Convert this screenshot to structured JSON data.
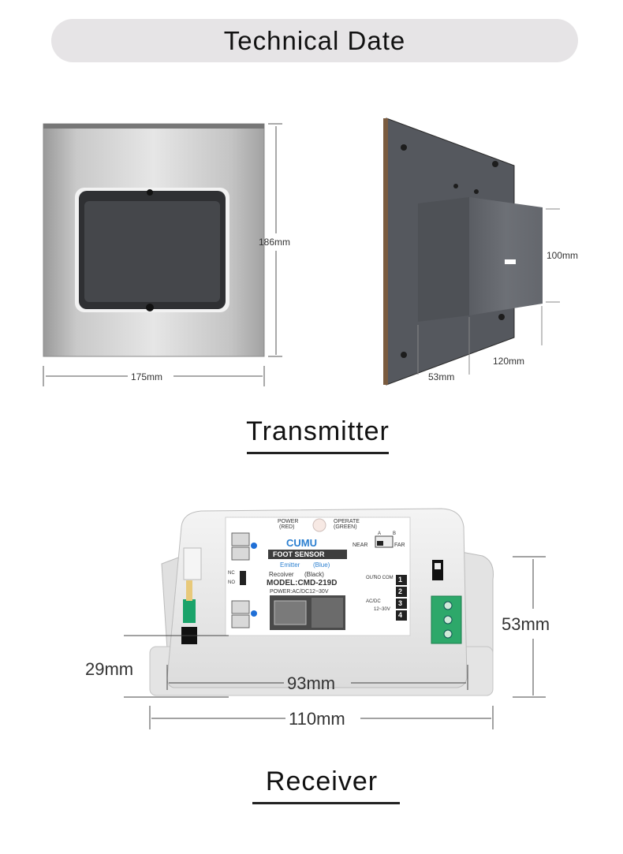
{
  "header": {
    "title": "Technical Date"
  },
  "transmitter": {
    "title": "Transmitter",
    "dims": {
      "height": "186mm",
      "width": "175mm",
      "box_height": "100mm",
      "box_width": "120mm",
      "depth": "53mm"
    }
  },
  "receiver": {
    "title": "Receiver",
    "dims": {
      "depth": "29mm",
      "inner_width": "93mm",
      "outer_width": "110mm",
      "height": "53mm"
    },
    "label": {
      "power": "POWER",
      "power_color": "(RED)",
      "operate": "OPERATE",
      "operate_color": "(GREEN)",
      "brand": "CUMU",
      "product": "FOOT SENSOR",
      "emitter": "Emitter",
      "emitter_color": "(Blue)",
      "receiver": "Recoiver",
      "receiver_color": "(Black)",
      "model": "MODEL:CMD-219D",
      "power_spec": "POWER:AC/DC12~30V",
      "near": "NEAR",
      "far": "FAR",
      "nc": "NC",
      "no": "NO",
      "out": "OUT",
      "no_com": "NO COM",
      "acdc": "AC/DC",
      "voltage": "12~30V",
      "terminals": [
        "1",
        "2",
        "3",
        "4"
      ],
      "sel_a": "A",
      "sel_b": "B"
    }
  }
}
